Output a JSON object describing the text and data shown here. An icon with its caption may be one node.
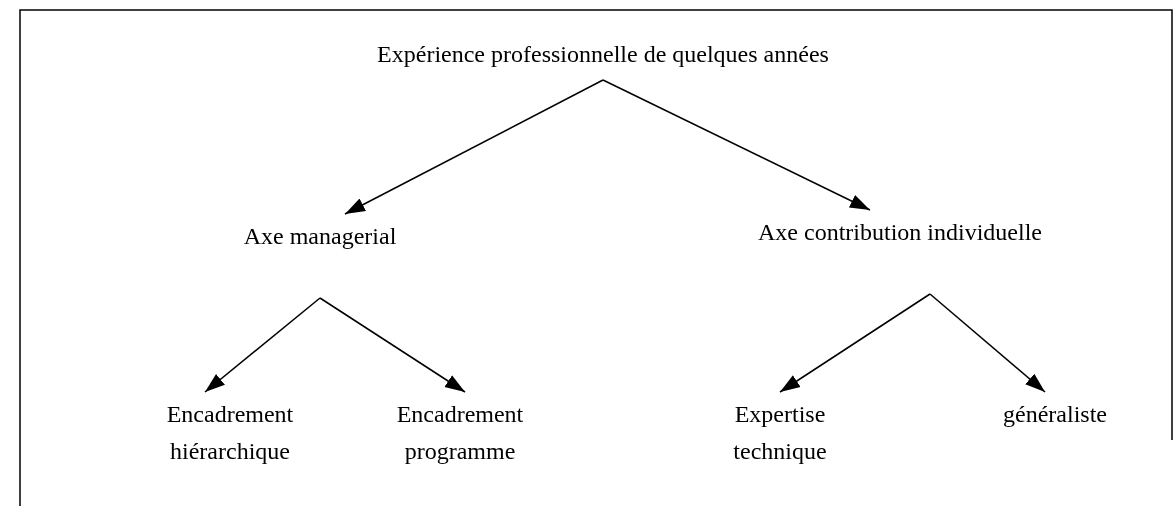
{
  "diagram": {
    "nodes": [
      {
        "text": [
          "Expérience professionnelle de quelques années"
        ]
      },
      {
        "text": [
          "Axe managerial"
        ]
      },
      {
        "text": [
          "Axe contribution individuelle"
        ]
      },
      {
        "text": [
          "Encadrement hiérarchique"
        ]
      },
      {
        "text": [
          "Encadrement programme"
        ]
      },
      {
        "text": [
          "Expertise technique"
        ]
      },
      {
        "text": [
          "généraliste"
        ]
      }
    ],
    "edges": [
      {
        "from": 0,
        "to": 1,
        "arrow": "to"
      },
      {
        "from": 0,
        "to": 2,
        "arrow": "to"
      },
      {
        "from": 1,
        "to": 3,
        "arrow": "to"
      },
      {
        "from": 1,
        "to": 4,
        "arrow": "to"
      },
      {
        "from": 2,
        "to": 5,
        "arrow": "to"
      },
      {
        "from": 2,
        "to": 6,
        "arrow": "to"
      }
    ]
  }
}
